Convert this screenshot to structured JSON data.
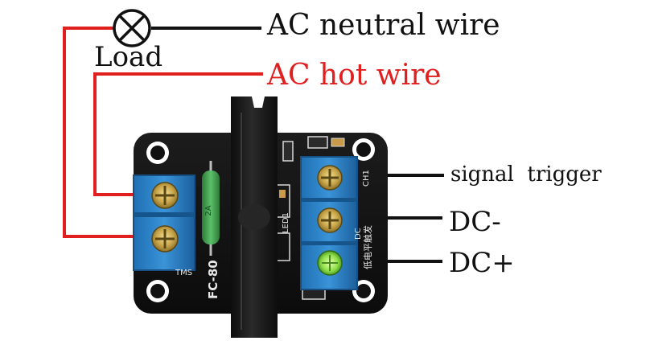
{
  "labels": {
    "ac_neutral": "AC neutral wire",
    "load": "Load",
    "ac_hot": "AC hot wire",
    "signal_trigger": "signal  trigger",
    "dc_minus": "DC-",
    "dc_plus": "DC+"
  },
  "board": {
    "silkscreen_model": "FC-80",
    "silkscreen_tag": "TMS",
    "silkscreen_led": "LED1",
    "silkscreen_side": "低电平触发",
    "silkscreen_ch": "CH1",
    "silkscreen_dc": "DC"
  },
  "colors": {
    "hot_wire": "#e01f1f",
    "neutral_wire": "#111111",
    "terminal_block": "#2f84c9",
    "pcb": "#131313",
    "fuse": "#3fa34d",
    "indicator_led": "#8fe04a"
  }
}
